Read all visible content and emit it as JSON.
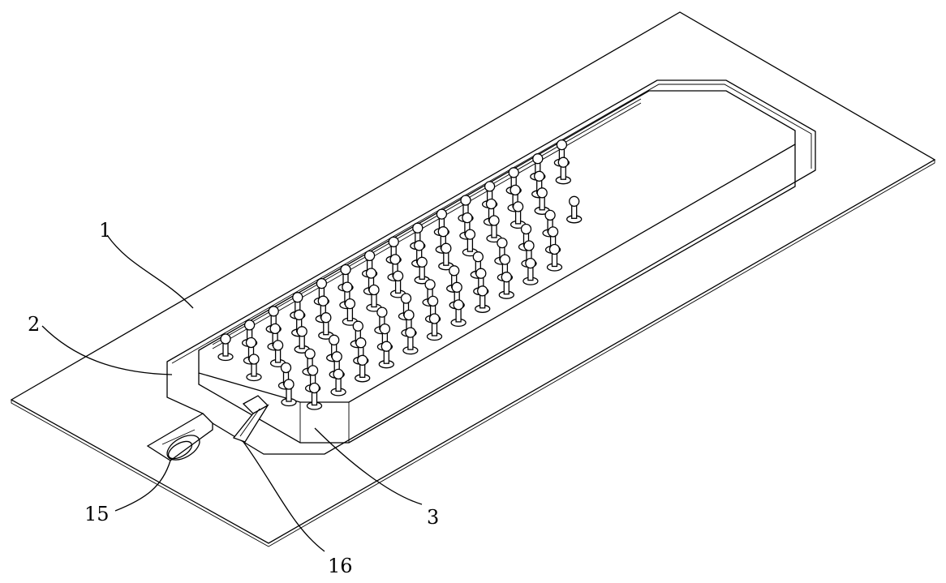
{
  "figure": {
    "labels": [
      {
        "id": "label-1",
        "text": "1"
      },
      {
        "id": "label-2",
        "text": "2"
      },
      {
        "id": "label-3",
        "text": "3"
      },
      {
        "id": "label-15",
        "text": "15"
      },
      {
        "id": "label-16",
        "text": "16"
      }
    ],
    "pin_rows": [
      15,
      14,
      13,
      13,
      12,
      11
    ]
  },
  "colors": {
    "line": "#000000",
    "background": "#ffffff"
  }
}
